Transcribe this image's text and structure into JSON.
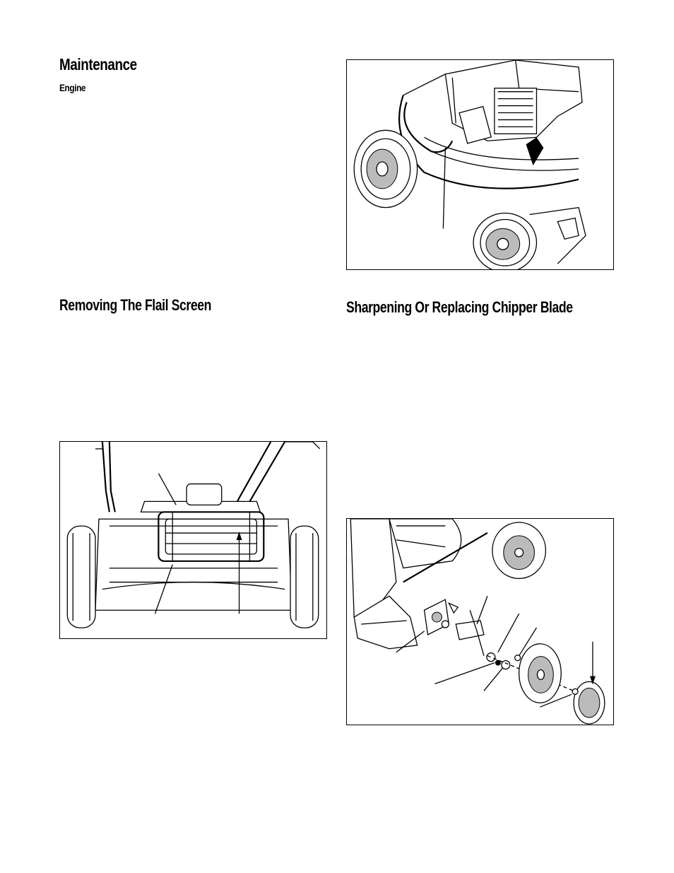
{
  "page": {
    "title": "Maintenance",
    "subtitle": "Engine"
  },
  "sections": [
    {
      "heading": "Removing The Flail Screen"
    },
    {
      "heading": "Sharpening Or Replacing Chipper Blade"
    }
  ],
  "figures": [
    {
      "subject": "engine-deck-view"
    },
    {
      "subject": "flail-screen-rear-view"
    },
    {
      "subject": "chipper-blade-exploded-view"
    }
  ]
}
